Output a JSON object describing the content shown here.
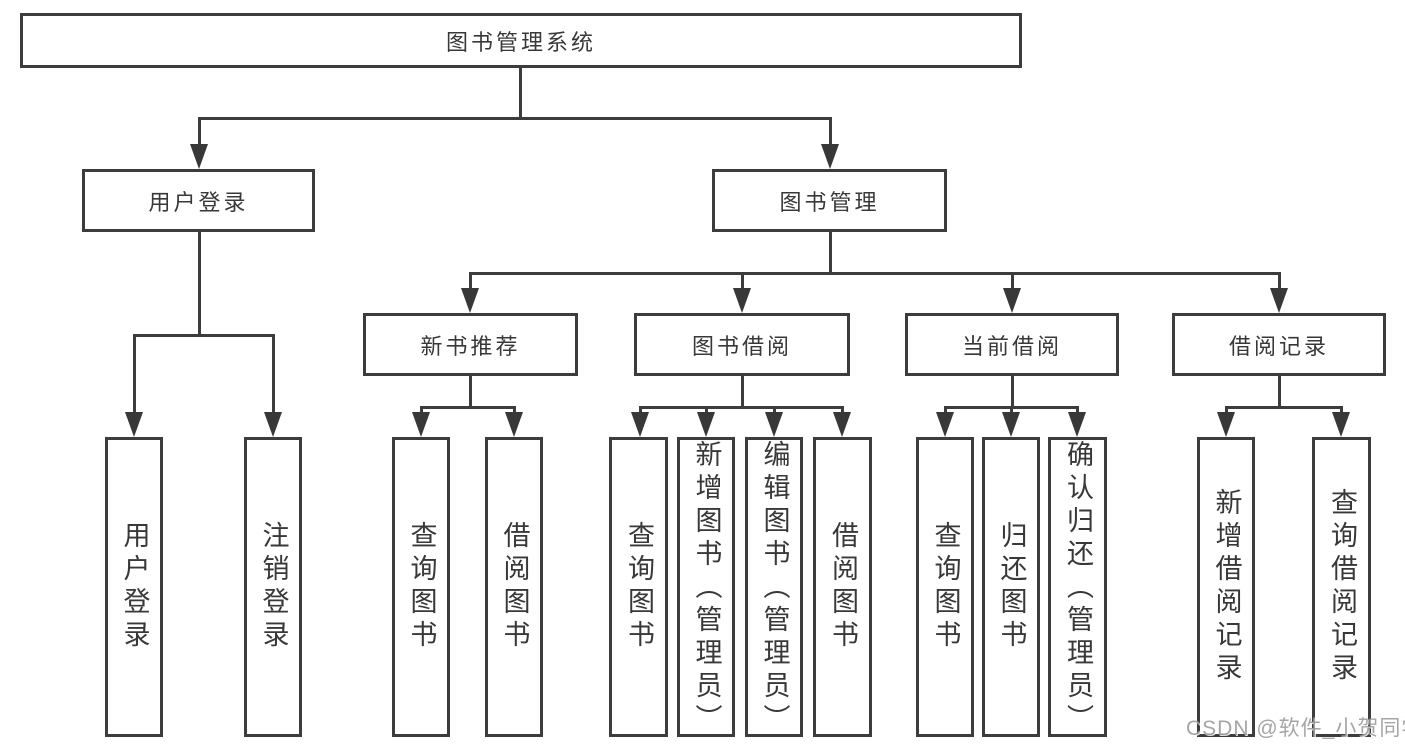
{
  "tree": {
    "root": "图书管理系统",
    "user_login": {
      "label": "用户登录",
      "leaves": [
        "用户登录",
        "注销登录"
      ]
    },
    "book_mgmt": {
      "label": "图书管理",
      "groups": [
        {
          "label": "新书推荐",
          "leaves": [
            "查询图书",
            "借阅图书"
          ]
        },
        {
          "label": "图书借阅",
          "leaves": [
            "查询图书",
            "新增图书（管理员）",
            "编辑图书（管理员）",
            "借阅图书"
          ]
        },
        {
          "label": "当前借阅",
          "leaves": [
            "查询图书",
            "归还图书",
            "确认归还（管理员）"
          ]
        },
        {
          "label": "借阅记录",
          "leaves": [
            "新增借阅记录",
            "查询借阅记录"
          ]
        }
      ]
    }
  },
  "watermark": "CSDN @软件_小贺同学",
  "colors": {
    "background": "#ffffff",
    "line": "#3c3c3c",
    "text": "#383838",
    "watermark": "#9e9e9e"
  }
}
